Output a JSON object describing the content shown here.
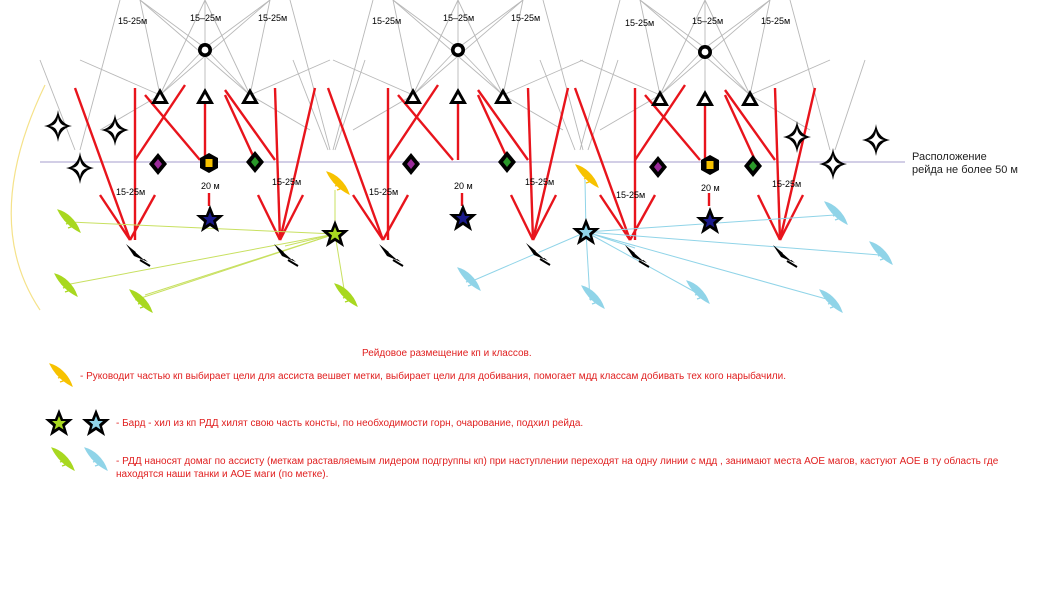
{
  "colors": {
    "red": "#e8141c",
    "grey": "#b8b8b8",
    "lavender": "#b8b0d8",
    "yellow": "#f7c200",
    "lime": "#a8d820",
    "lightblue": "#90d4e8",
    "navy": "#1a1a8a",
    "text_red": "#e02020"
  },
  "diagram": {
    "dist_15_25": "15-25м",
    "dist_15_25_alt": "15–25м",
    "dist_20": "20 м",
    "raid_position": "Расположение\nрейда не более 50 м"
  },
  "legend": {
    "title": "Рейдовое размещение кп и классов.",
    "leader": "-  Руководит частью кп выбирает цели для ассиста вешвет метки, выбирает цели для добивания, помогает мдд классам добивать тех кого нарыбачили.",
    "bard": "- Бард - хил из кп РДД хилят свою часть консты, по необходимости горн, очарование, подхил рейда.",
    "rdd": "- РДД наносят домаг по ассисту (меткам раставляемым лидером подгруппы кп) при наступлении переходят на одну линии с мдд , занимают места АОЕ магов, кастуют АОЕ в ту область где находятся наши танки и АОЕ маги (по метке)."
  },
  "icons": {
    "leader": "leader-feather-icon",
    "bard": "bard-star-icon",
    "rdd": "rdd-feather-icon",
    "mdd": "mdd-spike-icon",
    "tank": "tank-triangle-icon",
    "healer": "healer-circle-icon",
    "shield": "shield-hexagon-icon",
    "diamond": "diamond-icon",
    "ninja": "four-point-star-icon"
  }
}
